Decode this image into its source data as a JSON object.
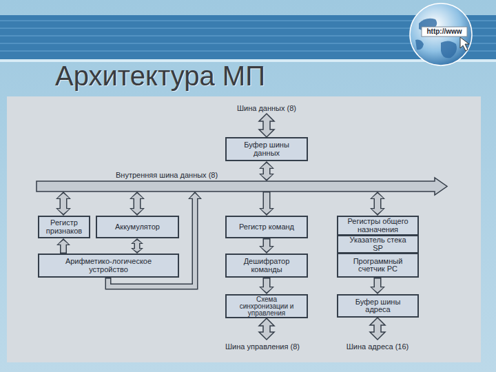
{
  "diagram": {
    "title": "Архитектура МП",
    "nodes": [
      {
        "text": [
          "Буфер шины данных"
        ]
      },
      {
        "text": [
          "Внутренняя шина данных (8)"
        ]
      },
      {
        "text": [
          "Регистр признаков"
        ]
      },
      {
        "text": [
          "Аккумулятор"
        ]
      },
      {
        "text": [
          "Регистр команд"
        ]
      },
      {
        "text": [
          "Регистры общего назначения"
        ]
      },
      {
        "text": [
          "Указатель стека SP"
        ]
      },
      {
        "text": [
          "Арифметико-логическое устройство"
        ]
      },
      {
        "text": [
          "Дешифратор команды"
        ]
      },
      {
        "text": [
          "Программный счетчик PC"
        ]
      },
      {
        "text": [
          "Схема синхронизации и управления"
        ]
      },
      {
        "text": [
          "Буфер шины адреса"
        ]
      }
    ],
    "edges": [
      {
        "from": 0,
        "to": 1,
        "arrow": "both"
      },
      {
        "from": 1,
        "to": 2,
        "arrow": "both"
      },
      {
        "from": 1,
        "to": 3,
        "arrow": "both"
      },
      {
        "from": 1,
        "to": 4,
        "arrow": "to"
      },
      {
        "from": 1,
        "to": 5,
        "arrow": "both"
      },
      {
        "from": 7,
        "to": 2,
        "arrow": "to"
      },
      {
        "from": 3,
        "to": 7,
        "arrow": "both"
      },
      {
        "from": 7,
        "to": 1,
        "arrow": "to"
      },
      {
        "from": 4,
        "to": 8,
        "arrow": "to"
      },
      {
        "from": 8,
        "to": 10,
        "arrow": "to"
      },
      {
        "from": 9,
        "to": 11,
        "arrow": "to"
      }
    ],
    "labels": [
      "Шина данных (8)",
      "Шина управления (8)",
      "Шина адреса (16)",
      "http://www"
    ]
  }
}
